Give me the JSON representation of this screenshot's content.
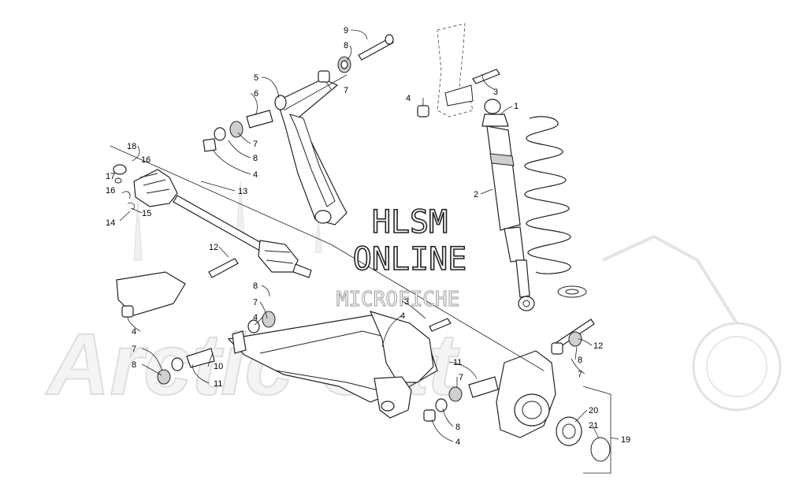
{
  "watermark": {
    "line1": "HLSM",
    "line2": "ONLINE",
    "line3": "MICROFICHE",
    "background_logo": "Arctic Cat"
  },
  "callouts": {
    "c1": "1",
    "c2": "2",
    "c3a": "3",
    "c3b": "3",
    "c4a": "4",
    "c4b": "4",
    "c4c": "4",
    "c4d": "4",
    "c4e": "4",
    "c5": "5",
    "c6": "6",
    "c7a": "7",
    "c7b": "7",
    "c7c": "7",
    "c7d": "7",
    "c7e": "7",
    "c7f": "7",
    "c8a": "8",
    "c8b": "8",
    "c8c": "8",
    "c8d": "8",
    "c8e": "8",
    "c8f": "8",
    "c9": "9",
    "c10": "10",
    "c11a": "11",
    "c11b": "11",
    "c12a": "12",
    "c12b": "12",
    "c13": "13",
    "c14": "14",
    "c15": "15",
    "c16a": "16",
    "c16b": "16",
    "c17": "17",
    "c18": "18",
    "c19": "19",
    "c20": "20",
    "c21": "21"
  }
}
